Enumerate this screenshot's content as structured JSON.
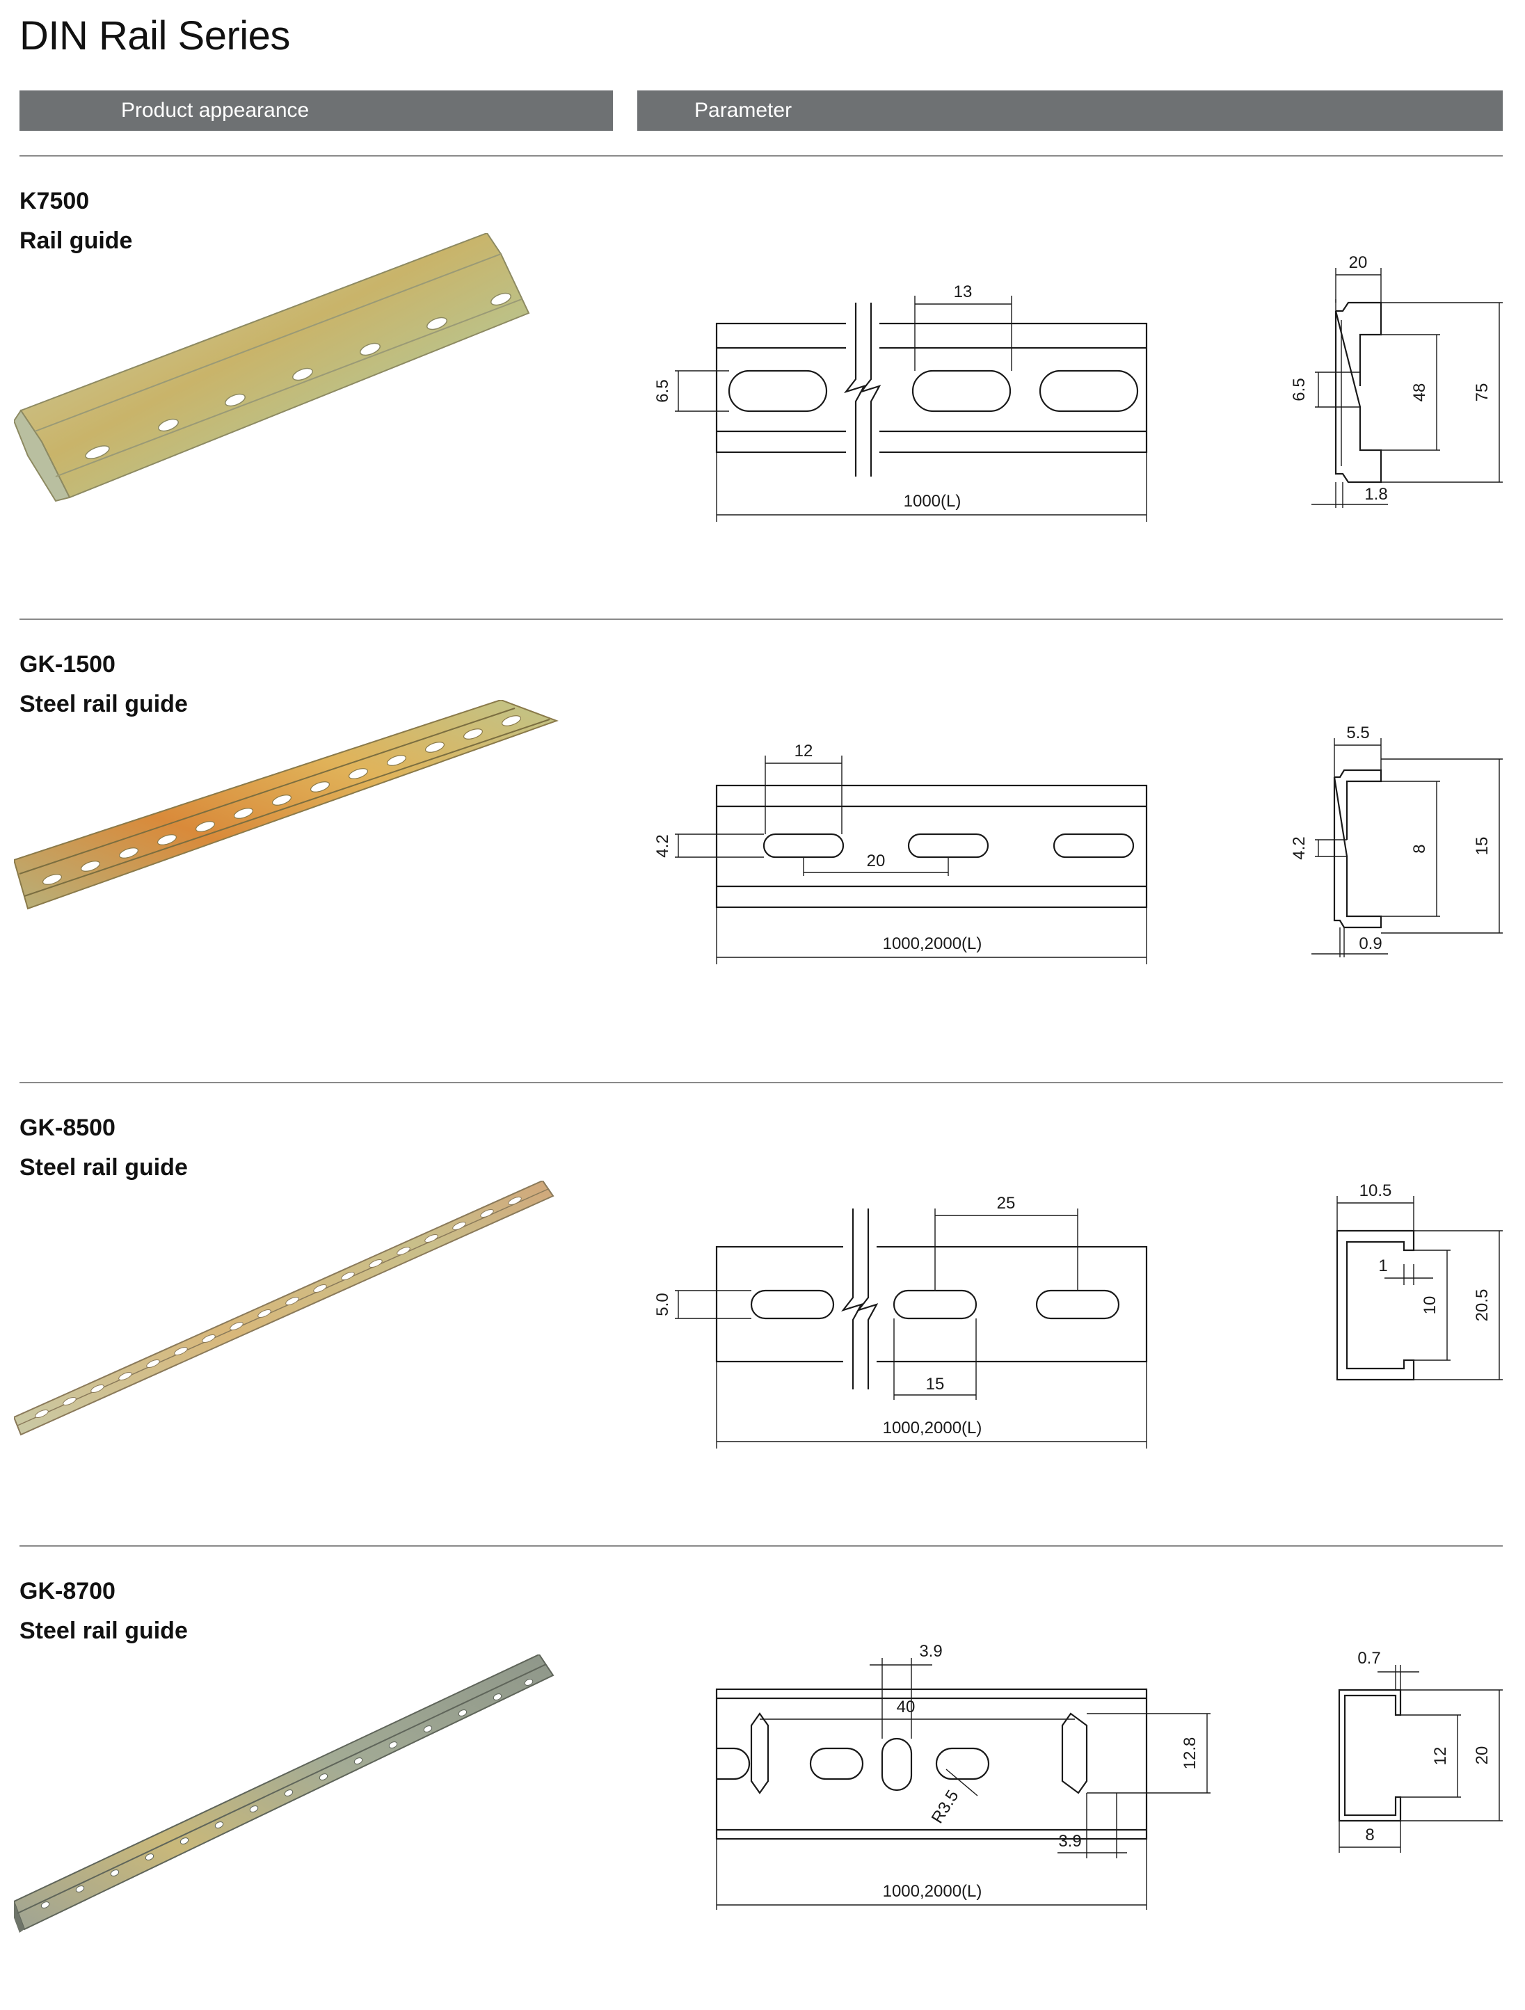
{
  "page": {
    "title": "DIN Rail Series"
  },
  "header": {
    "left_label": "Product appearance",
    "right_label": "Parameter"
  },
  "products": [
    {
      "model": "K7500",
      "description": "Rail guide",
      "front_view": {
        "pitch": "13",
        "slot_width": "6.5",
        "length": "1000(L)"
      },
      "profile": {
        "flange": "20",
        "slot": "6.5",
        "inner_height": "48",
        "height": "75",
        "thickness": "1.8"
      }
    },
    {
      "model": "GK-1500",
      "description": "Steel rail guide",
      "front_view": {
        "slot_length": "12",
        "slot_width": "4.2",
        "pitch": "20",
        "length": "1000,2000(L)"
      },
      "profile": {
        "flange": "5.5",
        "slot": "4.2",
        "inner_height": "8",
        "height": "15",
        "thickness": "0.9"
      }
    },
    {
      "model": "GK-8500",
      "description": "Steel rail guide",
      "front_view": {
        "pitch": "25",
        "slot_width": "5.0",
        "slot_length": "15",
        "length": "1000,2000(L)"
      },
      "profile": {
        "width": "10.5",
        "lip": "1",
        "inner_height": "10",
        "height": "20.5"
      }
    },
    {
      "model": "GK-8700",
      "description": "Steel rail guide",
      "front_view": {
        "hole_width": "3.9",
        "pitch": "40",
        "radius": "R3.5",
        "hole_height": "12.8",
        "edge": "3.9",
        "length": "1000,2000(L)"
      },
      "profile": {
        "thickness": "0.7",
        "inner_height": "12",
        "height": "20",
        "width": "8"
      }
    }
  ],
  "colors": {
    "header_bar": "#6e7173",
    "rail_gold": "#c9b46a",
    "rail_green": "#a9b98a",
    "rail_copper": "#d98a3a"
  }
}
